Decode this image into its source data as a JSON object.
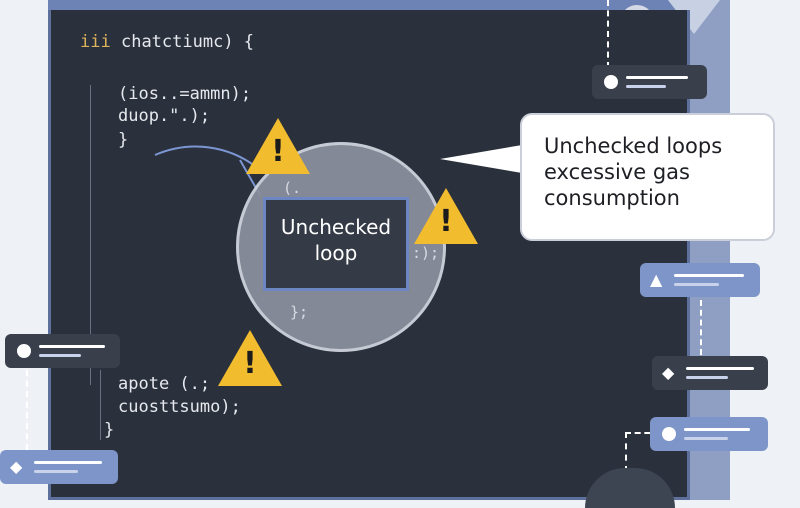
{
  "code": {
    "line1_kw": "iii",
    "line1_rest": "chatctiumc) {",
    "line2": "(ios..=ammn);",
    "line3": "duop.\".);",
    "line4": "}",
    "mag_line1": "(.",
    "mag_line2": ":);",
    "mag_line3": "};",
    "line5": "apote (.;",
    "line6": "cuosttsumo);",
    "line7": "}"
  },
  "highlight": {
    "label_line1": "Unchecked",
    "label_line2": "loop"
  },
  "callout": {
    "line1": "Unchecked loops",
    "line2": "excessive gas",
    "line3": "consumption"
  },
  "warning_symbol": "!",
  "icons": {
    "warning": "warning-triangle-icon",
    "ethereum": "ethereum-icon",
    "alert": "alert-icon",
    "node": "node-dot-icon"
  },
  "glyphs": {
    "ethereum": "◆",
    "alert": "▲"
  },
  "colors": {
    "editor_bg": "#2b313c",
    "warning": "#f2bc2f",
    "accent": "#6b86c2",
    "panel": "#7d95c9"
  }
}
